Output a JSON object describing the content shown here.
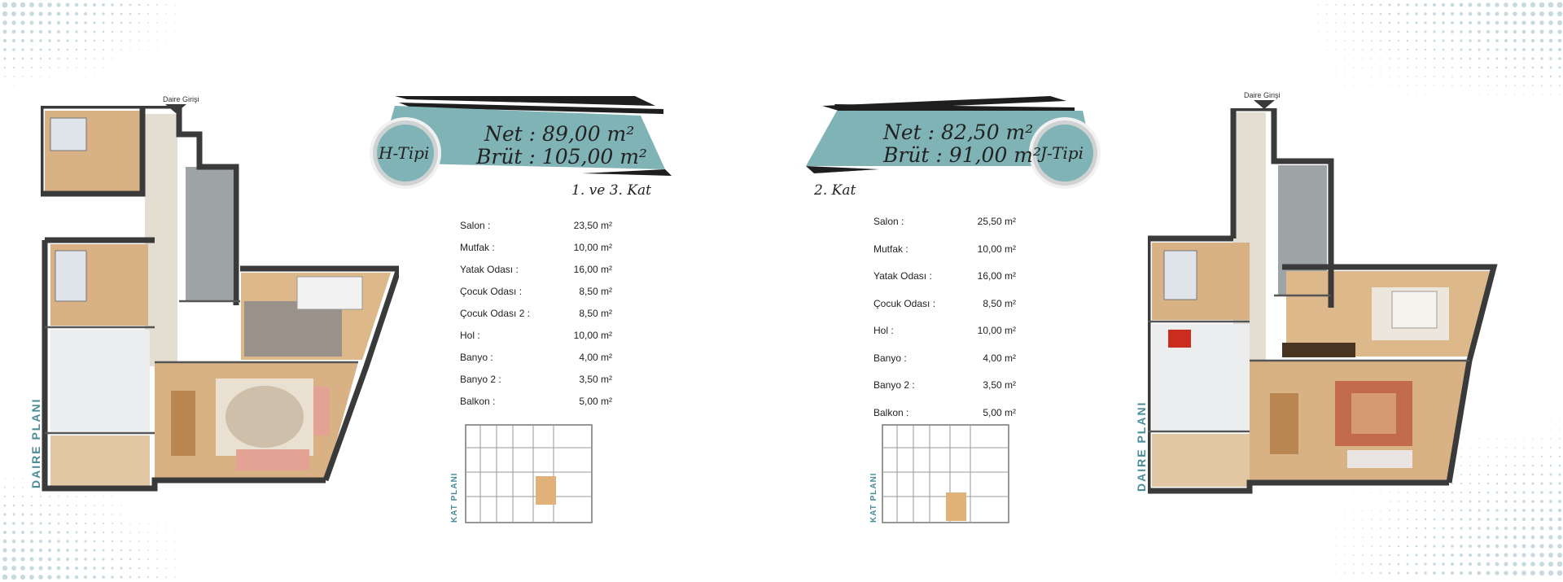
{
  "colors": {
    "accent": "#7fb3b6",
    "dark": "#1e1e1e",
    "label_blue": "#4a8d99"
  },
  "left_plan": {
    "entrance_label": "Daire Girişi",
    "side_label": "DAIRE PLANI"
  },
  "right_plan": {
    "entrance_label": "Daire Girişi",
    "side_label": "DAIRE PLANI"
  },
  "h_type": {
    "badge": "H-Tipi",
    "net": "Net : 89,00 m²",
    "brut": "Brüt : 105,00 m²",
    "floor": "1. ve 3. Kat",
    "mini_plan_label": "KAT PLANI",
    "rooms": [
      {
        "name": "Salon :",
        "area": "23,50 m²"
      },
      {
        "name": "Mutfak :",
        "area": "10,00 m²"
      },
      {
        "name": "Yatak Odası :",
        "area": "16,00 m²"
      },
      {
        "name": "Çocuk Odası :",
        "area": "8,50 m²"
      },
      {
        "name": "Çocuk Odası 2 :",
        "area": "8,50 m²"
      },
      {
        "name": "Hol :",
        "area": "10,00 m²"
      },
      {
        "name": "Banyo :",
        "area": "4,00 m²"
      },
      {
        "name": "Banyo 2 :",
        "area": "3,50 m²"
      },
      {
        "name": "Balkon :",
        "area": "5,00 m²"
      }
    ]
  },
  "j_type": {
    "badge": "J-Tipi",
    "net": "Net : 82,50 m²",
    "brut": "Brüt : 91,00 m²",
    "floor": "2. Kat",
    "mini_plan_label": "KAT PLANI",
    "rooms": [
      {
        "name": "Salon :",
        "area": "25,50 m²"
      },
      {
        "name": "Mutfak :",
        "area": "10,00 m²"
      },
      {
        "name": "Yatak Odası :",
        "area": "16,00 m²"
      },
      {
        "name": "Çocuk Odası :",
        "area": "8,50 m²"
      },
      {
        "name": "Hol :",
        "area": "10,00 m²"
      },
      {
        "name": "Banyo :",
        "area": "4,00 m²"
      },
      {
        "name": "Banyo 2 :",
        "area": "3,50 m²"
      },
      {
        "name": "Balkon :",
        "area": "5,00 m²"
      }
    ]
  }
}
